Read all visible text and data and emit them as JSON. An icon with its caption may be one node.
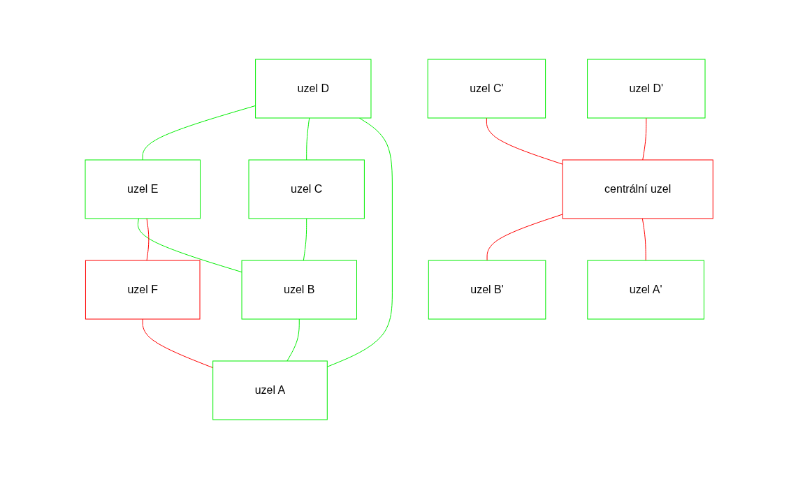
{
  "diagram": {
    "nodes": [
      {
        "text": [
          "uzel D"
        ]
      },
      {
        "text": [
          "uzel E"
        ]
      },
      {
        "text": [
          "uzel C"
        ]
      },
      {
        "text": [
          "uzel F"
        ]
      },
      {
        "text": [
          "uzel B"
        ]
      },
      {
        "text": [
          "uzel A"
        ]
      },
      {
        "text": [
          "uzel C'"
        ]
      },
      {
        "text": [
          "uzel D'"
        ]
      },
      {
        "text": [
          "centrální uzel"
        ]
      },
      {
        "text": [
          "uzel B'"
        ]
      },
      {
        "text": [
          "uzel A'"
        ]
      }
    ],
    "edges": [
      {
        "from": 0,
        "to": 1,
        "arrow": "none"
      },
      {
        "from": 0,
        "to": 2,
        "arrow": "none"
      },
      {
        "from": 0,
        "to": 5,
        "arrow": "none"
      },
      {
        "from": 1,
        "to": 4,
        "arrow": "none"
      },
      {
        "from": 1,
        "to": 3,
        "arrow": "none",
        "color": "#ff0000"
      },
      {
        "from": 2,
        "to": 4,
        "arrow": "none"
      },
      {
        "from": 3,
        "to": 5,
        "arrow": "none",
        "color": "#ff0000"
      },
      {
        "from": 4,
        "to": 5,
        "arrow": "none"
      },
      {
        "from": 6,
        "to": 8,
        "arrow": "none",
        "color": "#ff0000"
      },
      {
        "from": 7,
        "to": 8,
        "arrow": "none",
        "color": "#ff0000"
      },
      {
        "from": 8,
        "to": 9,
        "arrow": "none",
        "color": "#ff0000"
      },
      {
        "from": 8,
        "to": 10,
        "arrow": "none",
        "color": "#ff0000"
      }
    ]
  }
}
